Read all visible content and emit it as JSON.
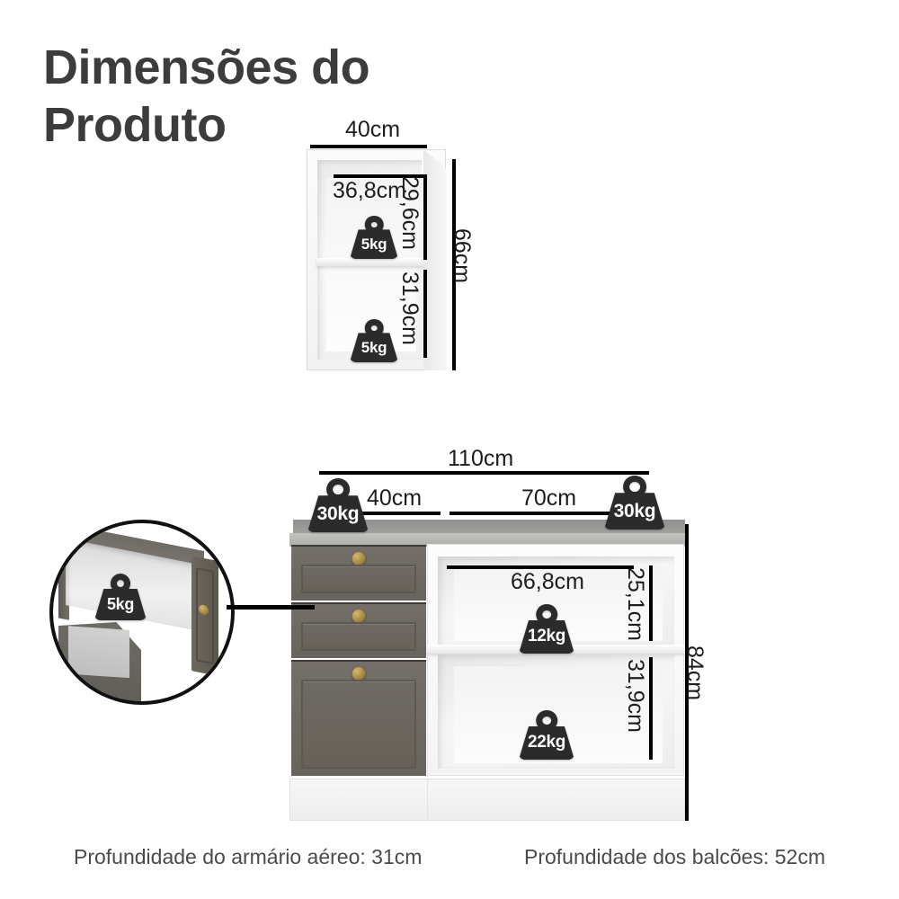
{
  "page": {
    "title_line1": "Dimensões do",
    "title_line2": "Produto",
    "background": "#ffffff",
    "text_color": "#3a3a3a"
  },
  "colors": {
    "drawer_front": "#6e6a64",
    "countertop": "#a3a3a0",
    "cabinet_white": "#f7f7f7",
    "weight_badge": "#2b2b2b",
    "line": "#000000",
    "knob_brass": "#9a7c35"
  },
  "upper_cabinet": {
    "name": "Armário aéreo",
    "width_label": "40cm",
    "height_label": "66cm",
    "interior_width_label": "36,8cm",
    "shelves": [
      {
        "height_label": "29,6cm",
        "capacity_label": "5kg"
      },
      {
        "height_label": "31,9cm",
        "capacity_label": "5kg"
      }
    ]
  },
  "lower_unit": {
    "name": "Balcão",
    "total_width_label": "110cm",
    "total_height_label": "84cm",
    "section_width_left_label": "40cm",
    "section_width_right_label": "70cm",
    "countertop_capacity_left_label": "30kg",
    "countertop_capacity_right_label": "30kg",
    "niche_width_label": "66,8cm",
    "niches": [
      {
        "height_label": "25,1cm",
        "capacity_label": "12kg"
      },
      {
        "height_label": "31,9cm",
        "capacity_label": "22kg"
      }
    ],
    "drawers_count": 3
  },
  "callout": {
    "name": "Gaveta",
    "capacity_label": "5kg"
  },
  "footer": {
    "left_note": "Profundidade do armário aéreo: 31cm",
    "right_note": "Profundidade dos balcões: 52cm"
  }
}
